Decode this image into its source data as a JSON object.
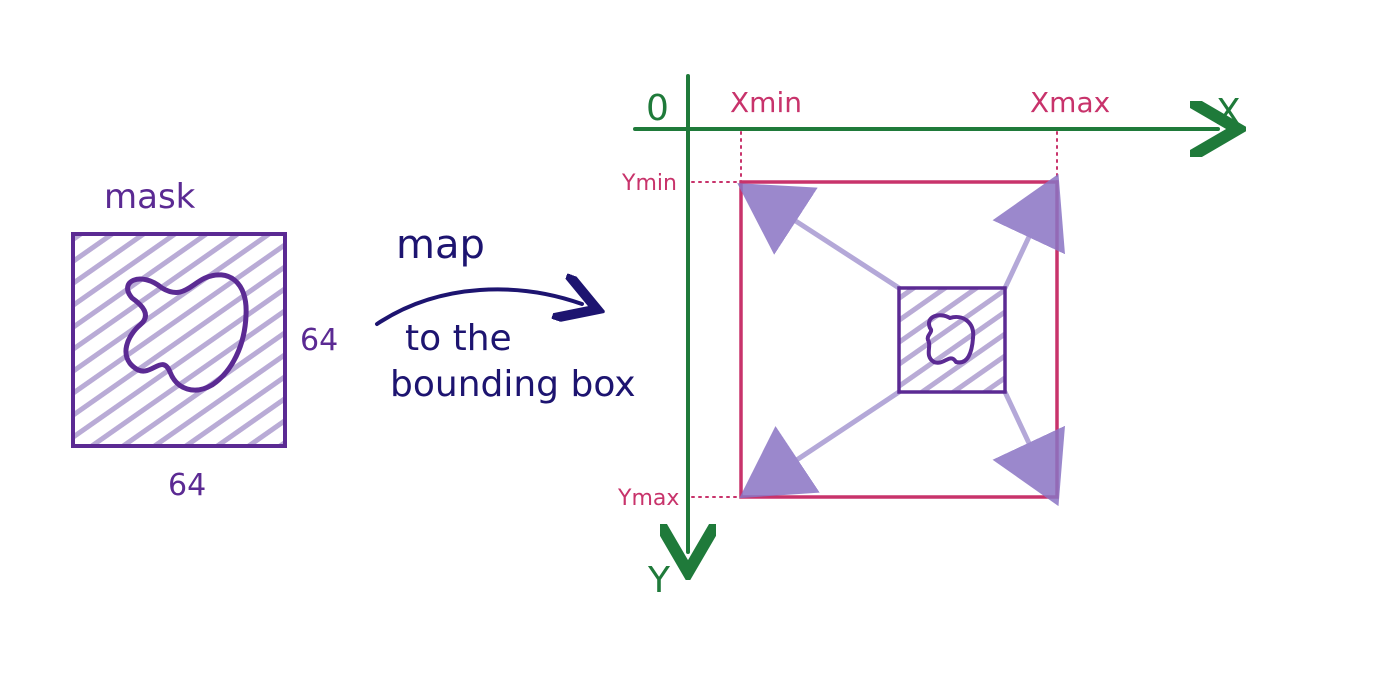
{
  "left": {
    "mask_label": "mask",
    "width_label": "64",
    "height_label": "64"
  },
  "middle": {
    "map_label": "map",
    "to_the_label": "to the",
    "bounding_box_label": "bounding box"
  },
  "right": {
    "origin_label": "0",
    "x_axis_label": "X",
    "y_axis_label": "Y",
    "xmin_label": "Xmin",
    "xmax_label": "Xmax",
    "ymin_label": "Ymin",
    "ymax_label": "Ymax"
  },
  "colors": {
    "mask": "#5b2a93",
    "arrow_text": "#1d1470",
    "axes": "#1f7a3a",
    "bbox": "#c8336b",
    "hatch": "#b9abd6"
  }
}
